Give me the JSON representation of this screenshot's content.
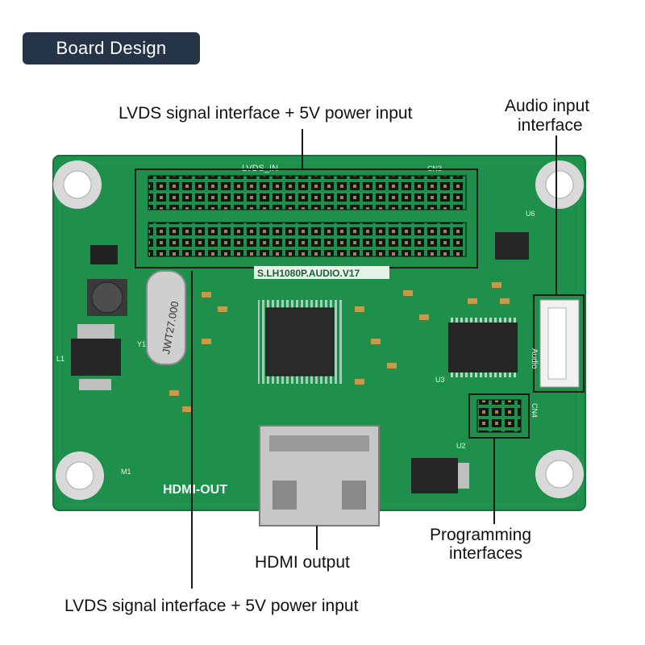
{
  "header": {
    "badge": "Board Design"
  },
  "labels": {
    "lvds_top": "LVDS signal interface + 5V power input",
    "audio_line1": "Audio input",
    "audio_line2": "interface",
    "hdmi_output": "HDMI output",
    "prog_line1": "Programming",
    "prog_line2": "interfaces",
    "lvds_bottom": "LVDS signal interface + 5V power input"
  },
  "silkscreen": {
    "model": "S.LH1080P.AUDIO.V17",
    "hdmi_out": "HDMI-OUT",
    "crystal": "JWT27.000",
    "lvds_in": "LVDS_IN",
    "audio": "Audio",
    "m1": "M1",
    "y1": "Y1",
    "l1": "L1",
    "u2": "U2",
    "u3": "U3",
    "u6": "U6",
    "cn4": "CN4",
    "cn3": "CN3"
  },
  "colors": {
    "board": "#1f8f4c",
    "badge": "#253447",
    "chip": "#2a2a2a",
    "outline": "#1a1a1a"
  }
}
